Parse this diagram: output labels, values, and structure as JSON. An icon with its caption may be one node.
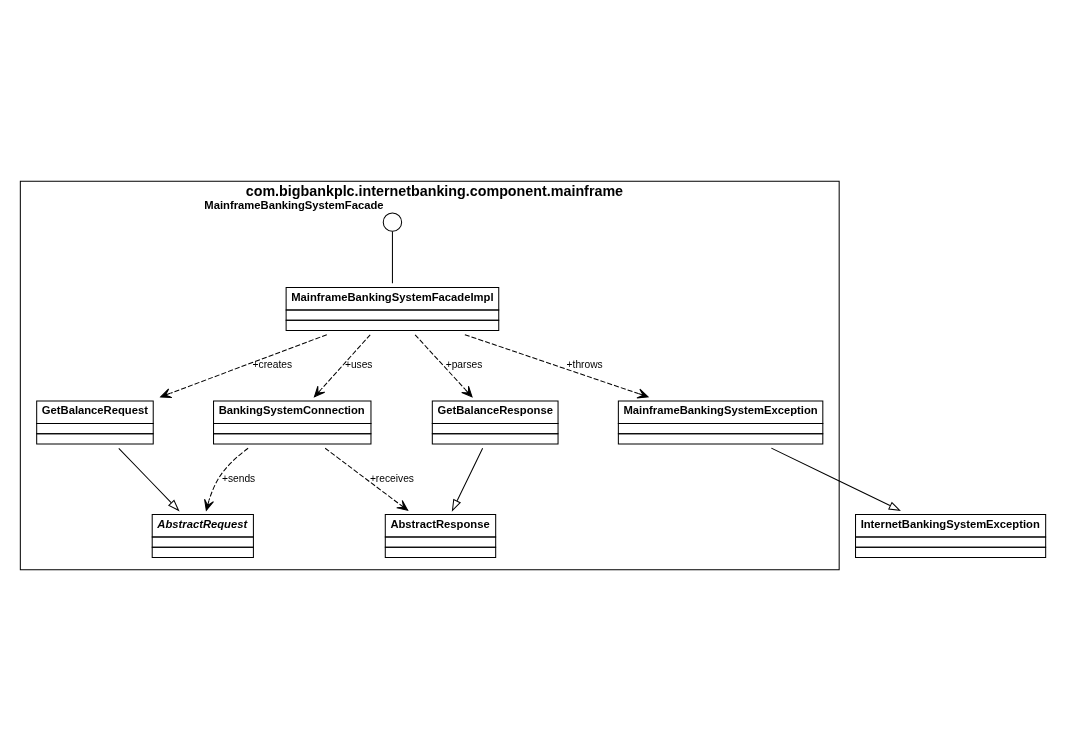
{
  "diagram": {
    "nodes": [
      {
        "text": [
          "com.bigbankplc.internetbanking.component.mainframe"
        ]
      },
      {
        "text": [
          "InternetBankingSystemException"
        ]
      },
      {
        "text": [],
        "shape": "circle",
        "beside": [
          "MainframeBankingSystemFacade"
        ],
        "in": 0
      },
      {
        "text": [
          "MainframeBankingSystemFacadeImpl"
        ],
        "in": 0
      },
      {
        "text": [
          "MainframeBankingSystemException"
        ],
        "in": 0
      },
      {
        "text": [
          "GetBalanceRequest"
        ],
        "in": 0
      },
      {
        "text": [
          "BankingSystemConnection"
        ],
        "in": 0
      },
      {
        "text": [
          "GetBalanceResponse"
        ],
        "in": 0
      },
      {
        "text": [
          "AbstractRequest"
        ],
        "in": 0
      },
      {
        "text": [
          "AbstractResponse"
        ],
        "in": 0
      }
    ],
    "edges": [
      {
        "from": 4,
        "to": 1,
        "arrow": "to"
      },
      {
        "from": 3,
        "to": 2,
        "arrow": "none"
      },
      {
        "from": 3,
        "to": 4,
        "arrow": "to",
        "style": "dashed",
        "label": "+throws"
      },
      {
        "from": 3,
        "to": 5,
        "arrow": "to",
        "style": "dashed",
        "label": "+creates"
      },
      {
        "from": 3,
        "to": 6,
        "arrow": "to",
        "style": "dashed",
        "label": "+uses"
      },
      {
        "from": 3,
        "to": 7,
        "arrow": "to",
        "style": "dashed",
        "label": "+parses"
      },
      {
        "from": 5,
        "to": 8,
        "arrow": "to"
      },
      {
        "from": 7,
        "to": 9,
        "arrow": "to"
      },
      {
        "from": 6,
        "to": 8,
        "arrow": "to",
        "style": "dashed",
        "label": "+sends"
      },
      {
        "from": 6,
        "to": 9,
        "arrow": "to",
        "style": "dashed",
        "label": "+receives"
      }
    ]
  }
}
